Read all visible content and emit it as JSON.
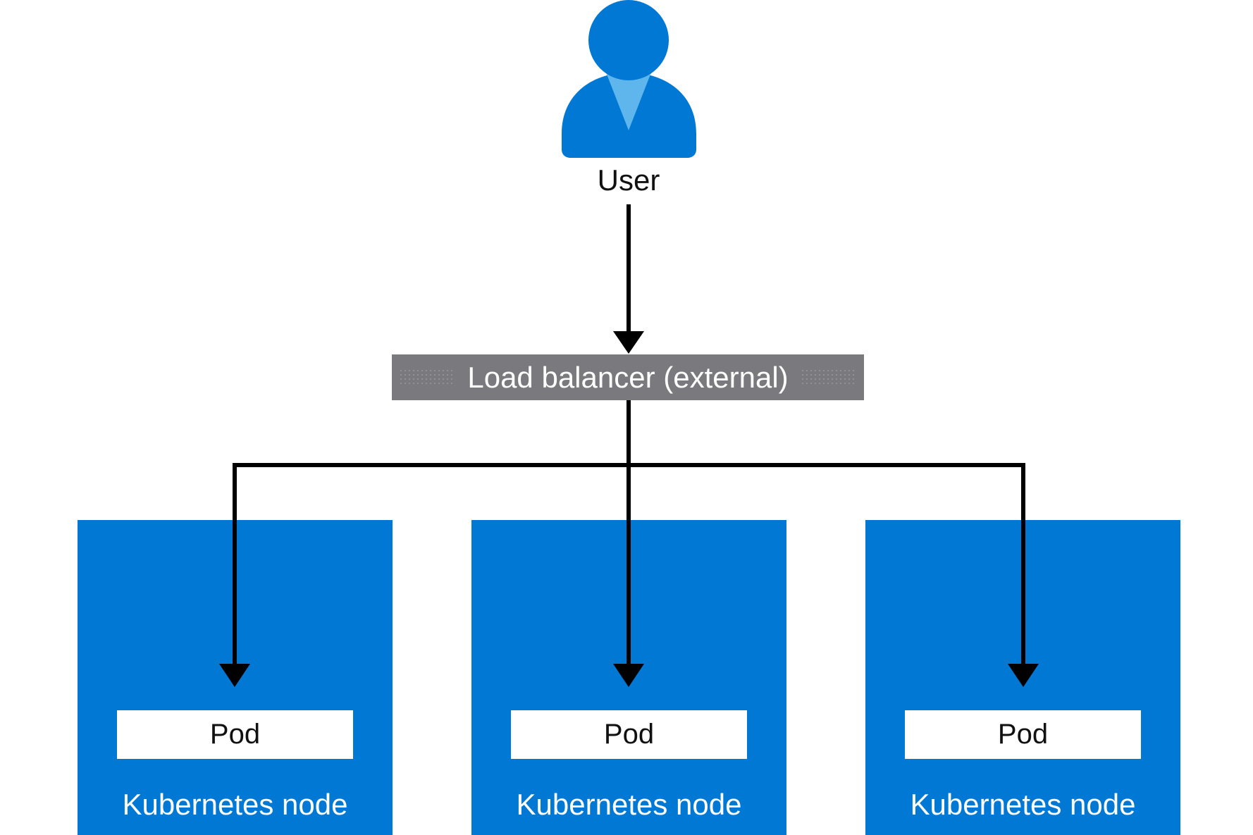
{
  "user": {
    "label": "User",
    "icon": "person-icon",
    "colors": {
      "body": "#0078d4",
      "tie": "#5eb6ec"
    }
  },
  "load_balancer": {
    "label": "Load balancer (external)",
    "color": "#7a7a7e"
  },
  "nodes": [
    {
      "label": "Kubernetes node",
      "pod_label": "Pod"
    },
    {
      "label": "Kubernetes node",
      "pod_label": "Pod"
    },
    {
      "label": "Kubernetes node",
      "pod_label": "Pod"
    }
  ],
  "colors": {
    "node": "#0078d4",
    "pod": "#ffffff",
    "arrow": "#000000"
  }
}
